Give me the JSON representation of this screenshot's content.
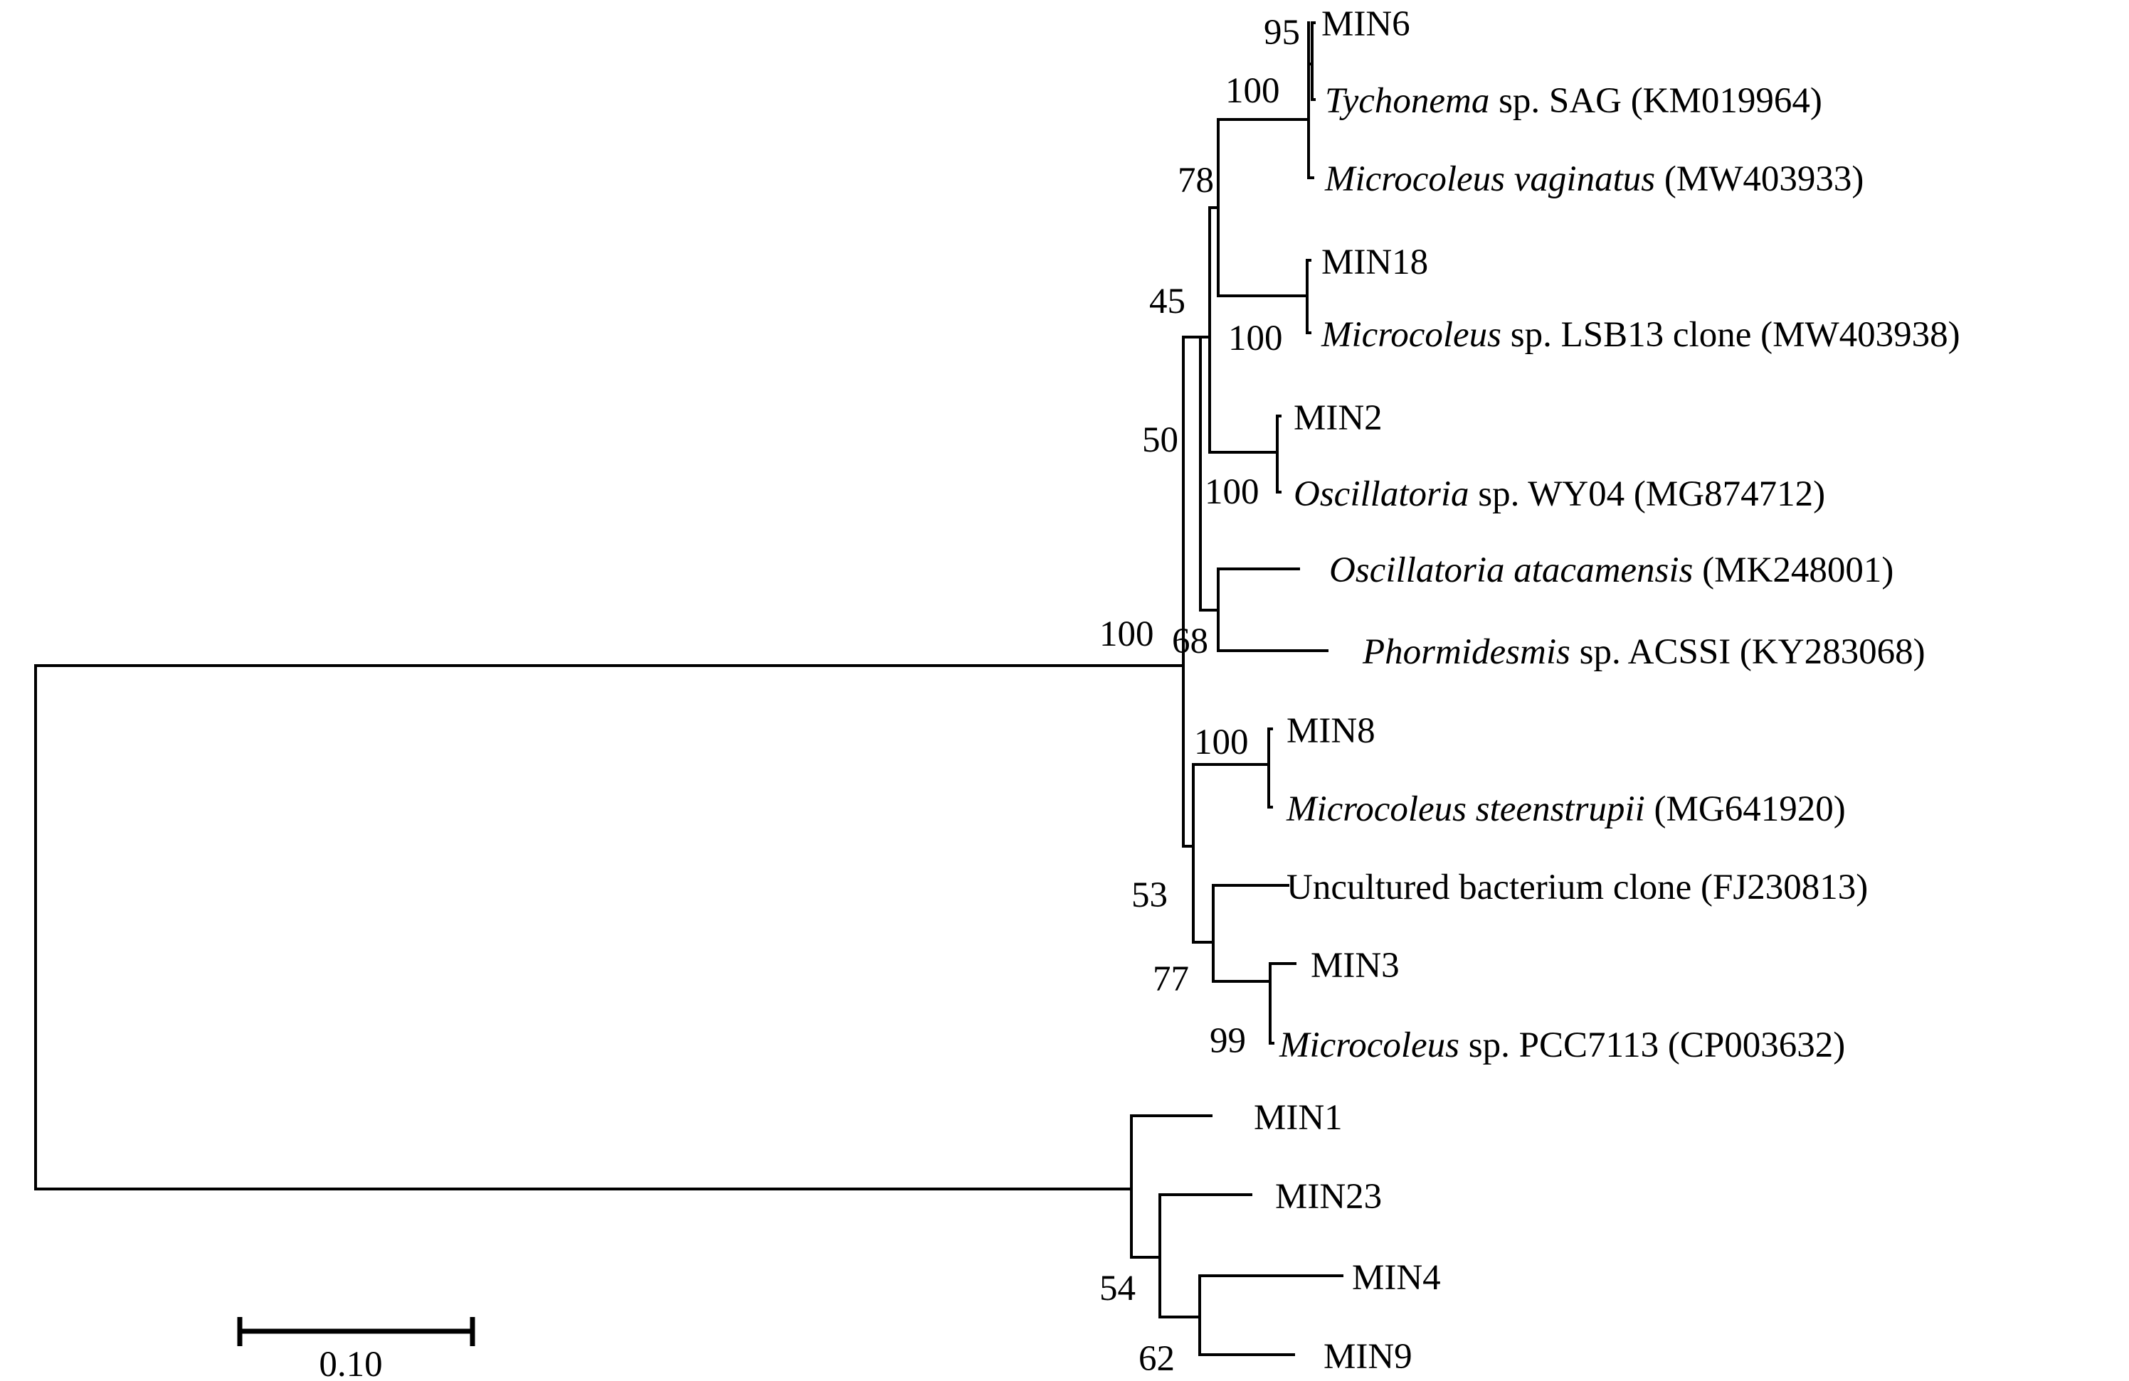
{
  "taxa": [
    {
      "parts": [
        "MIN6"
      ],
      "italic": [
        false
      ]
    },
    {
      "parts": [
        "Tychonema",
        " sp. SAG (KM019964)"
      ],
      "italic": [
        true,
        false
      ]
    },
    {
      "parts": [
        "Microcoleus vaginatus",
        " (MW403933)"
      ],
      "italic": [
        true,
        false
      ]
    },
    {
      "parts": [
        "MIN18"
      ],
      "italic": [
        false
      ]
    },
    {
      "parts": [
        "Microcoleus",
        " sp. LSB13 clone (MW403938)"
      ],
      "italic": [
        true,
        false
      ]
    },
    {
      "parts": [
        "MIN2"
      ],
      "italic": [
        false
      ]
    },
    {
      "parts": [
        "Oscillatoria",
        " sp. WY04 (MG874712)"
      ],
      "italic": [
        true,
        false
      ]
    },
    {
      "parts": [
        "Oscillatoria atacamensis",
        " (MK248001)"
      ],
      "italic": [
        true,
        false
      ]
    },
    {
      "parts": [
        "Phormidesmis",
        " sp. ACSSI (KY283068)"
      ],
      "italic": [
        true,
        false
      ]
    },
    {
      "parts": [
        "MIN8"
      ],
      "italic": [
        false
      ]
    },
    {
      "parts": [
        "Microcoleus steenstrupii",
        " (MG641920)"
      ],
      "italic": [
        true,
        false
      ]
    },
    {
      "parts": [
        "Uncultured bacterium clone (FJ230813)"
      ],
      "italic": [
        false
      ]
    },
    {
      "parts": [
        "MIN3"
      ],
      "italic": [
        false
      ]
    },
    {
      "parts": [
        "Microcoleus",
        " sp. PCC7113 (CP003632)"
      ],
      "italic": [
        true,
        false
      ]
    },
    {
      "parts": [
        "MIN1"
      ],
      "italic": [
        false
      ]
    },
    {
      "parts": [
        "MIN23"
      ],
      "italic": [
        false
      ]
    },
    {
      "parts": [
        "MIN4"
      ],
      "italic": [
        false
      ]
    },
    {
      "parts": [
        "MIN9"
      ],
      "italic": [
        false
      ]
    }
  ],
  "bootstrap": [
    "95",
    "100",
    "78",
    "45",
    "100",
    "100",
    "50",
    "100",
    "68",
    "100",
    "53",
    "77",
    "99",
    "54",
    "62"
  ],
  "scale_bar": {
    "label": "0.10",
    "value": 0.1
  }
}
